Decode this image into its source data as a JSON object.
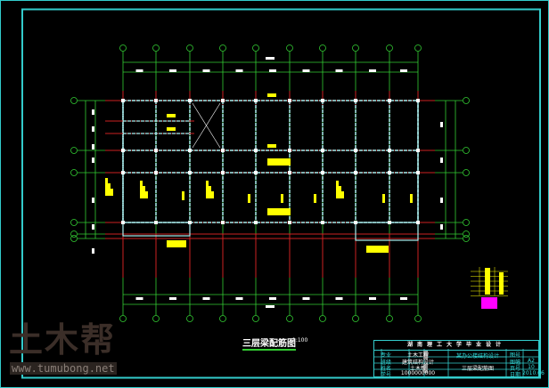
{
  "drawing": {
    "title": "三层梁配筋图",
    "scale": "1:100",
    "colors": {
      "frame": "#33cccc",
      "axis": "#33cc33",
      "beam": "#cc2222",
      "beam_outline": "#aaeeee",
      "annotation": "#ffff00",
      "legend_mark": "#ff00ff",
      "background": "#000000"
    }
  },
  "title_block": {
    "header": "湖南理工大学毕业设计",
    "rows": [
      {
        "label": "专业",
        "value": "土木工程"
      },
      {
        "label": "班级",
        "value": "建筑结构设计"
      },
      {
        "label": "姓名",
        "value": "土木帮"
      },
      {
        "label": "学号",
        "value": "1000000000"
      }
    ],
    "project": "某办公楼结构设计",
    "sheet_name": "三层梁配筋图",
    "right": [
      {
        "label": "图号",
        "value": ""
      },
      {
        "label": "图幅",
        "value": "A2"
      },
      {
        "label": "页号",
        "value": "10"
      },
      {
        "label": "日期",
        "value": "2010.06"
      }
    ]
  },
  "watermark": {
    "logo": "土木帮",
    "url": "www.tumubong.net"
  }
}
